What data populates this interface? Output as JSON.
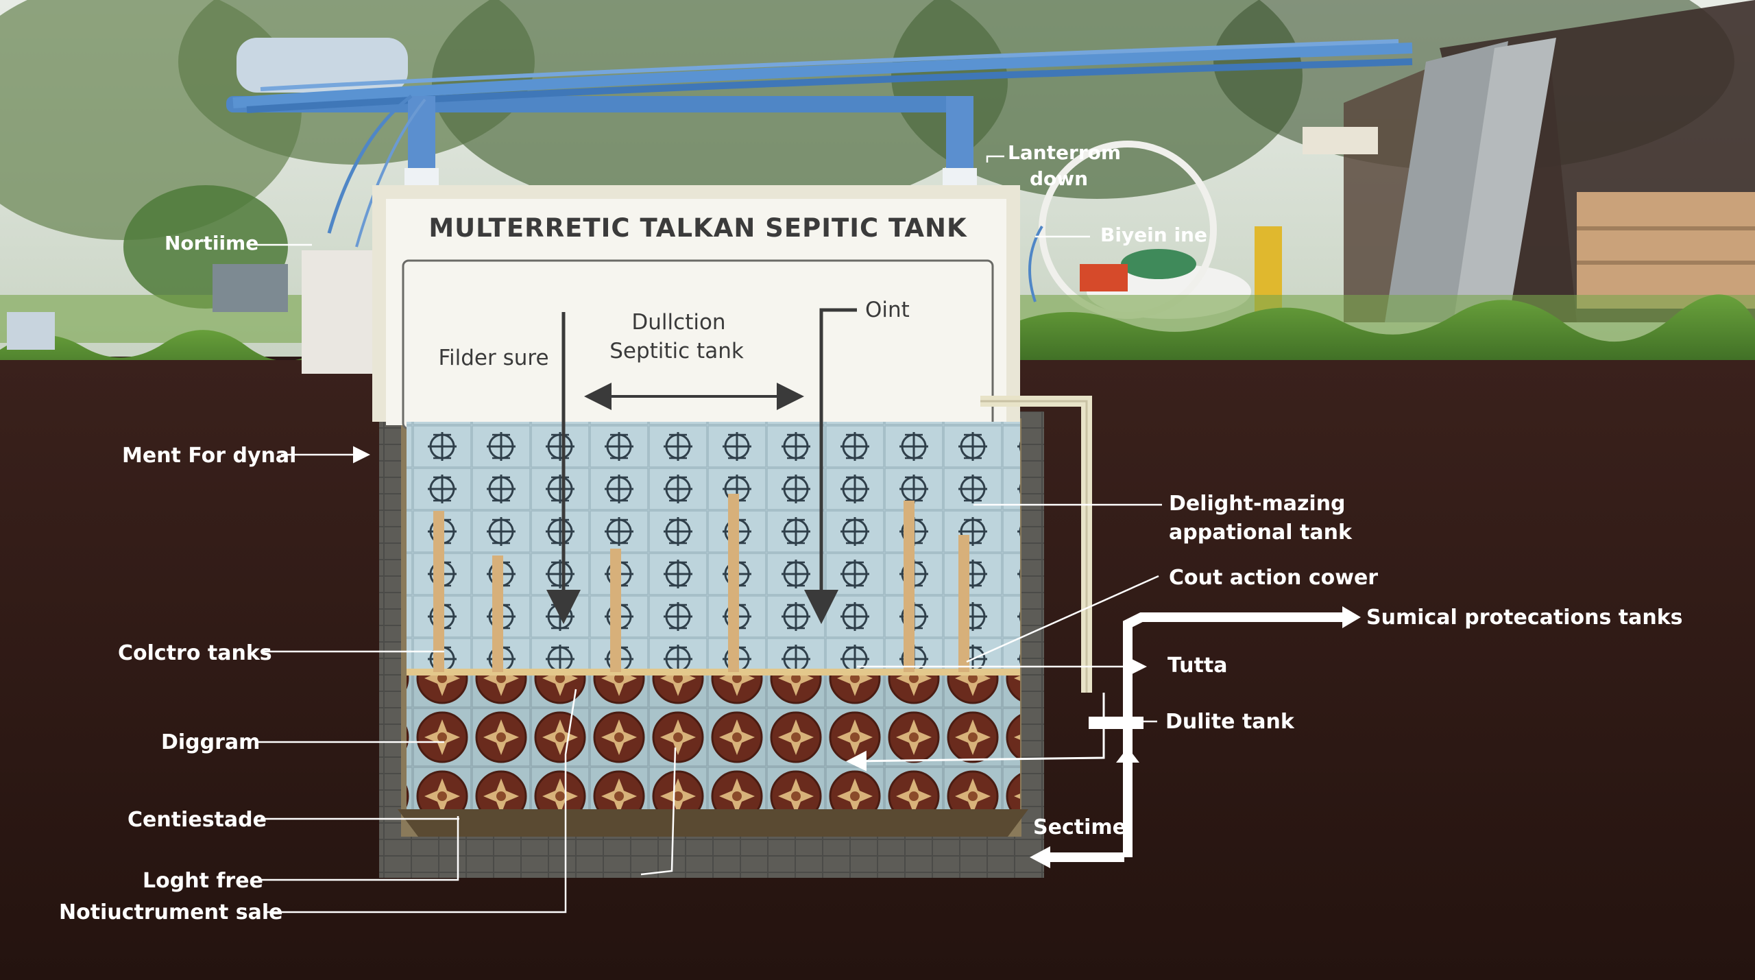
{
  "title": "MULTERRETIC TALKAN SEPITIC TANK",
  "inner": {
    "filter_label": "Filder sure",
    "dulction_line1": "Dullction",
    "dulction_line2": "Septitic tank",
    "oint": "Oint"
  },
  "labels": {
    "nortiime": "Nortiime",
    "lanterrom_line1": "Lanterrom",
    "lanterrom_line2": "down",
    "biyein": "Biyein ine",
    "ment_for_dynal": "Ment For dynal",
    "delight_line1": "Delight-mazing",
    "delight_line2": "appational tank",
    "cout_action": "Cout action cower",
    "sumical": "Sumical protecations tanks",
    "colctro": "Colctro tanks",
    "tutta": "Tutta",
    "dulite": "Dulite tank",
    "diggram": "Diggram",
    "centiestade": "Centiestade",
    "sectime": "Sectime",
    "loght_free": "Loght free",
    "notiuctrument": "Notiuctrument sale"
  },
  "colors": {
    "soil": "#2e1a17",
    "grass": "#4f8a2e",
    "sky": "#dfe6dc",
    "water": "#bcd3dc",
    "sludge_tile": "#6b2a1c",
    "pipe_blue": "#4f86c6",
    "panel": "#f4f3ec"
  }
}
